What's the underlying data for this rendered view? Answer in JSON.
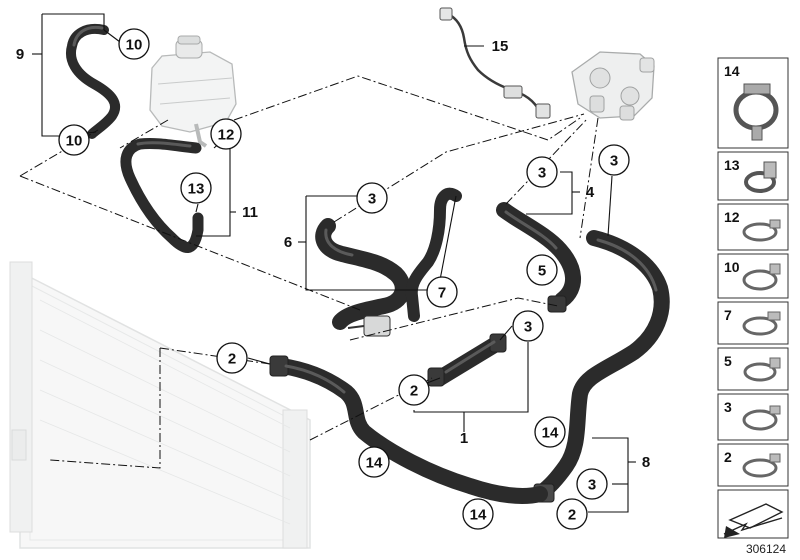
{
  "diagram": {
    "part_numbers": [
      "1",
      "2",
      "3",
      "4",
      "5",
      "6",
      "7",
      "8",
      "9",
      "10",
      "11",
      "12",
      "13",
      "14",
      "15"
    ],
    "callout_labels": {
      "c10_top": "10",
      "c10_left": "10",
      "c12": "12",
      "c13": "13",
      "c3_hose6": "3",
      "c3_hose4": "3",
      "c3_right": "3",
      "c3_mid": "3",
      "c3_bottom": "3",
      "c5": "5",
      "c7": "7",
      "c2_left": "2",
      "c2_mid": "2",
      "c2_bottom": "2",
      "c14_left": "14",
      "c14_right": "14",
      "c14_bottom": "14"
    },
    "plain_labels": {
      "l9": "9",
      "l15": "15",
      "l11": "11",
      "l4": "4",
      "l6": "6",
      "l1": "1",
      "l8": "8"
    },
    "legend": [
      "14",
      "13",
      "12",
      "10",
      "7",
      "5",
      "3",
      "2"
    ],
    "reference_code": "306124"
  }
}
